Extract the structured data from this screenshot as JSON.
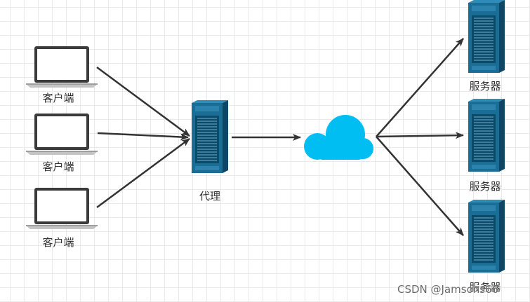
{
  "diagram": {
    "clients": [
      {
        "label": "客户端"
      },
      {
        "label": "客户端"
      },
      {
        "label": "客户端"
      }
    ],
    "proxy": {
      "label": "代理"
    },
    "servers": [
      {
        "label": "服务器"
      },
      {
        "label": "服务器"
      },
      {
        "label": "服务器"
      }
    ],
    "watermark": "CSDN @Jamsons66",
    "colors": {
      "edge": "#333333",
      "cloud": "#00bef2",
      "server_front": "#1a6e95",
      "server_side": "#0d4763",
      "server_top": "#2f8cb8",
      "laptop_frame": "#3b3b3b"
    }
  }
}
